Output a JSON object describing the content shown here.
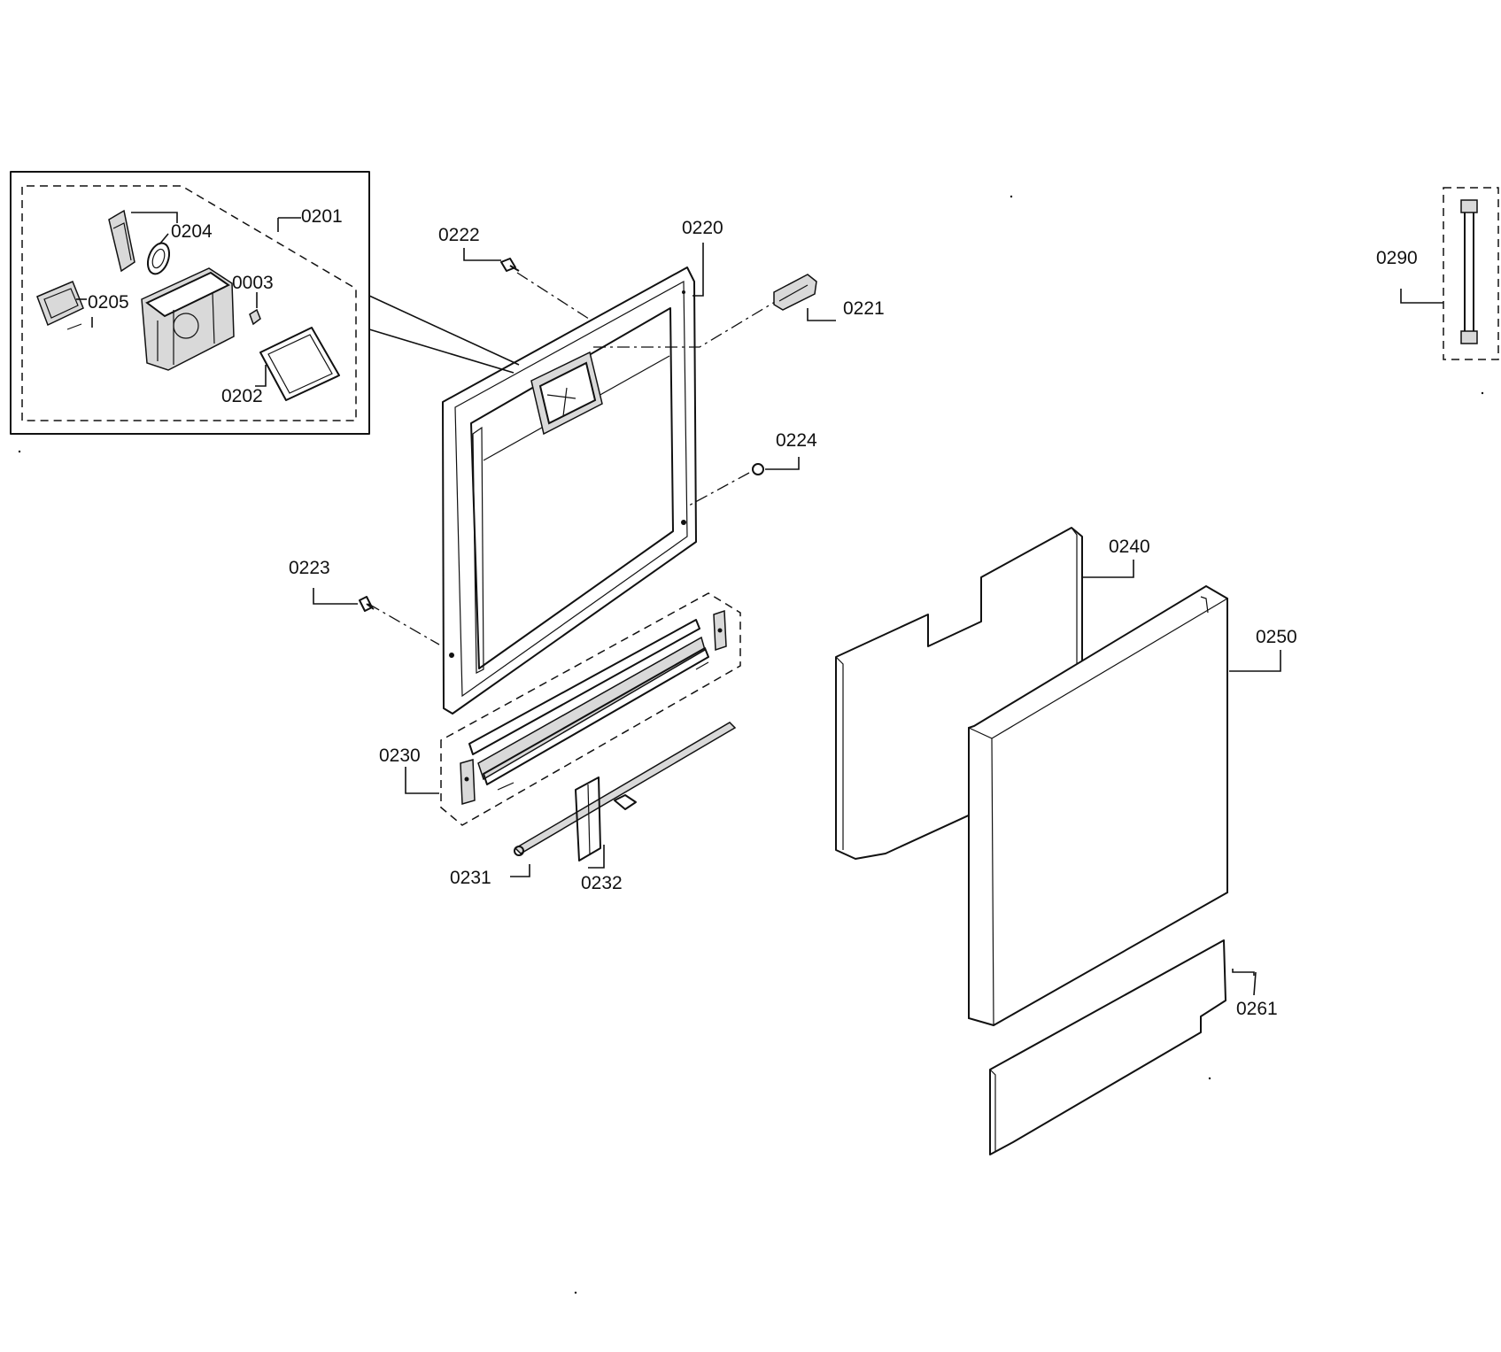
{
  "diagram": {
    "labels": {
      "p0201": "0201",
      "p0204": "0204",
      "p0205": "0205",
      "p0003": "0003",
      "p0202": "0202",
      "p0222": "0222",
      "p0220": "0220",
      "p0221": "0221",
      "p0224": "0224",
      "p0223": "0223",
      "p0230": "0230",
      "p0231": "0231",
      "p0232": "0232",
      "p0240": "0240",
      "p0250": "0250",
      "p0261": "0261",
      "p0290": "0290"
    }
  }
}
